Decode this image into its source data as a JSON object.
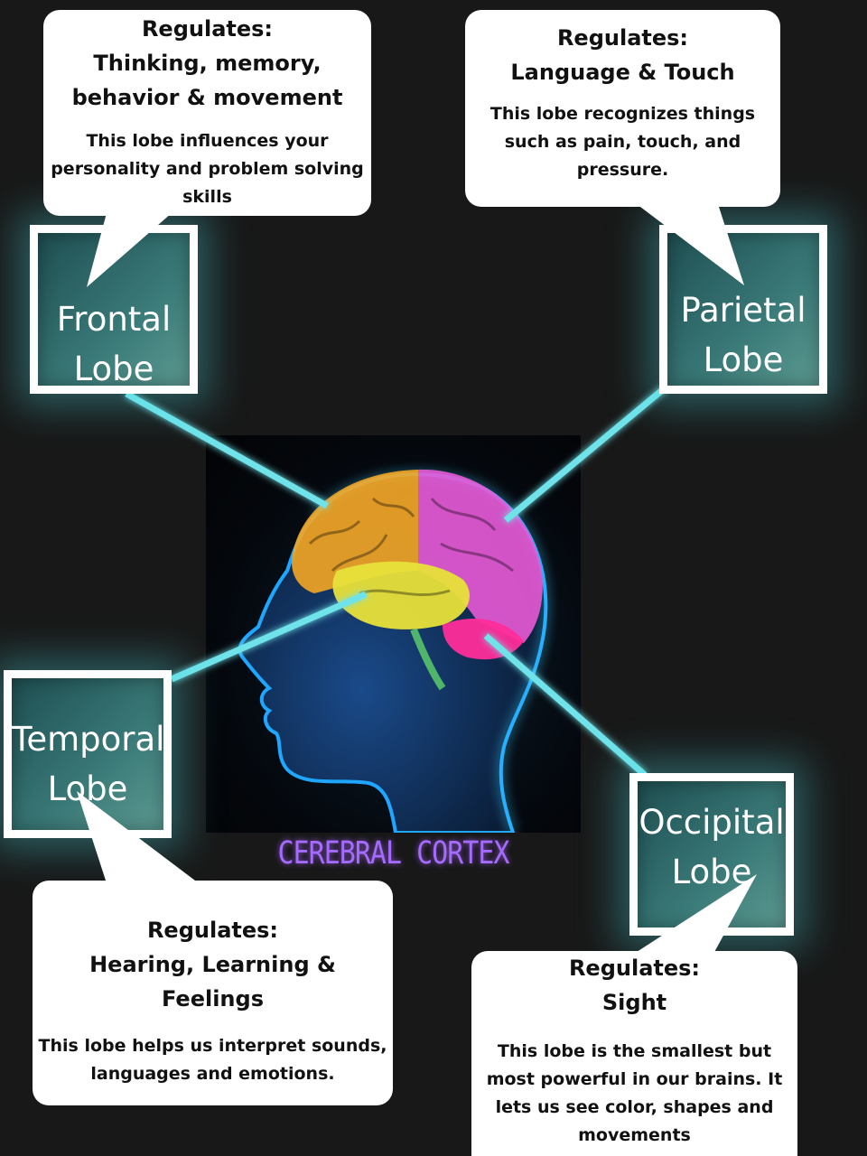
{
  "frontal": {
    "label_line1": "Frontal",
    "label_line2": "Lobe",
    "regulates": "Regulates:",
    "functions_line1": "Thinking, memory,",
    "functions_line2": "behavior & movement",
    "description": "This lobe influences your personality and problem solving skills"
  },
  "parietal": {
    "label_line1": "Parietal",
    "label_line2": "Lobe",
    "regulates": "Regulates:",
    "functions": "Language & Touch",
    "description": "This lobe recognizes things such as pain, touch, and pressure."
  },
  "temporal": {
    "label_line1": "Temporal",
    "label_line2": "Lobe",
    "regulates": "Regulates:",
    "functions": "Hearing, Learning & Feelings",
    "description": "This lobe helps us interpret sounds, languages and emotions."
  },
  "occipital": {
    "label_line1": "Occipital",
    "label_line2": "Lobe",
    "regulates": "Regulates:",
    "functions": "Sight",
    "description": "This lobe is the smallest but most powerful in our brains. It lets us see color, shapes and movements"
  },
  "image_caption": "CEREBRAL CORTEX",
  "colors": {
    "background": "#181818",
    "connector": "#6fe3ea",
    "caption": "#a56bff",
    "frontal_region": "#f5a623",
    "parietal_region": "#e85ad6",
    "temporal_region": "#e8e23a",
    "occipital_region": "#ff2d9a",
    "head_outline": "#1fa6ff"
  }
}
